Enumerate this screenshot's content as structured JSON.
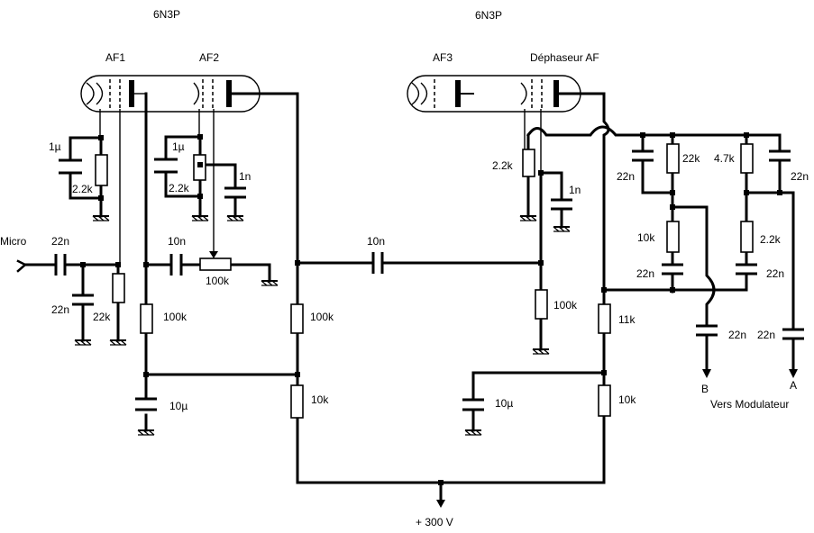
{
  "tube_types": {
    "left": "6N3P",
    "right": "6N3P"
  },
  "stages": {
    "af1": "AF1",
    "af2": "AF2",
    "af3": "AF3",
    "phase_splitter": "Déphaseur AF"
  },
  "labels": {
    "input": "Micro",
    "supply": "+ 300 V",
    "out_b": "B",
    "out_a": "A",
    "destination": "Vers Modulateur"
  },
  "components": {
    "c_in": "22n",
    "c_in_shunt": "22n",
    "r_grid1": "22k",
    "c_k1": "1µ",
    "r_k1": "2.2k",
    "r_plate1": "100k",
    "c_couple1": "10n",
    "pot": "100k",
    "c_k2": "1µ",
    "r_k2": "2.2k",
    "c_g2": "1n",
    "r_plate2": "100k",
    "r_dec1": "10k",
    "c_dec1": "10µ",
    "c_couple2": "10n",
    "r_k3": "2.2k",
    "c_k3": "1n",
    "r_grid3": "100k",
    "c_dec2": "10µ",
    "r_dec2": "10k",
    "r_plate3": "11k",
    "c_pn_top_left": "22n",
    "r_pn_22k": "22k",
    "r_pn_10k": "10k",
    "c_pn_mid_left": "22n",
    "r_pn_47k": "4.7k",
    "c_pn_top_right": "22n",
    "r_pn_22k_b": "2.2k",
    "c_pn_mid_right": "22n",
    "c_out_b": "22n",
    "c_out_a": "22n"
  }
}
